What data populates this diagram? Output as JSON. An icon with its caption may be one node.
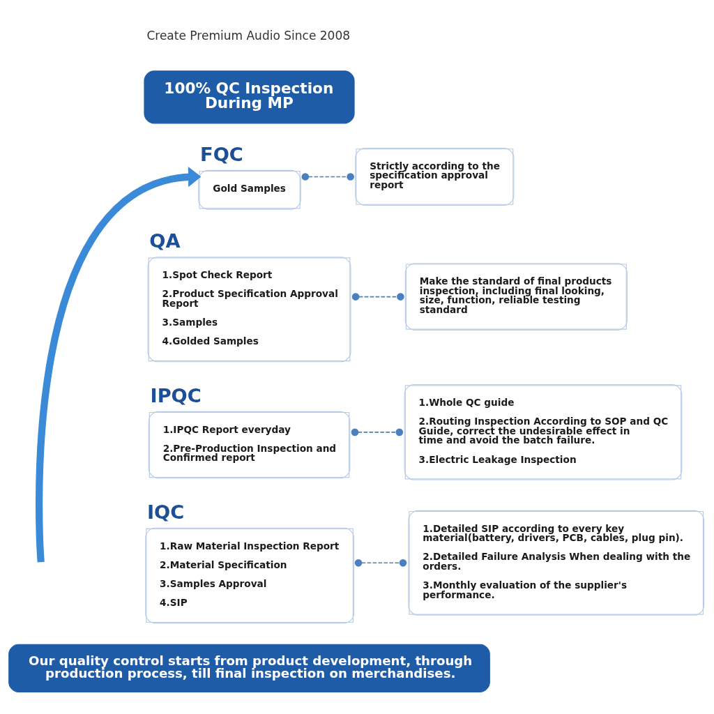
{
  "diagram": {
    "nodes": [
      {
        "text": [
          "100% QC Inspection During MP"
        ]
      },
      {
        "text": [
          "Gold Samples"
        ],
        "beside": [
          "FQC"
        ]
      },
      {
        "text": [
          "Strictly according to the specification approval report"
        ]
      },
      {
        "text": [
          "1.Spot Check Report",
          "2.Product Specification Approval Report",
          "3.Samples",
          "4.Golded Samples"
        ],
        "beside": [
          "QA"
        ]
      },
      {
        "text": [
          "Make the standard of final products inspection, including final looking, size, function, reliable testing standard"
        ]
      },
      {
        "text": [
          "1.IPQC Report everyday",
          "2.Pre-Production Inspection and Confirmed report"
        ],
        "beside": [
          "IPQC"
        ]
      },
      {
        "text": [
          "1.Whole QC guide",
          "2.Routing Inspection According to SOP and QC Guide, correct the undesirable effect in time and avoid the batch failure.",
          "3.Electric Leakage Inspection"
        ]
      },
      {
        "text": [
          "1.Raw Material Inspection Report",
          "2.Material Specification",
          "3.Samples Approval",
          "4.SIP"
        ],
        "beside": [
          "IQC"
        ]
      },
      {
        "text": [
          "1.Detailed SIP according to every key material(battery, drivers, PCB, cables, plug pin).",
          "2.Detailed Failure Analysis When dealing with the orders.",
          "3.Monthly evaluation of the supplier's performance."
        ]
      },
      {
        "text": [
          "Our quality control starts from product development, through production process, till final inspection on merchandises."
        ]
      }
    ],
    "edges": [
      {
        "from": 1,
        "to": 2,
        "arrow": "other",
        "style": "dashed"
      },
      {
        "from": 3,
        "to": 4,
        "arrow": "other",
        "style": "dashed"
      },
      {
        "from": 5,
        "to": 6,
        "arrow": "other",
        "style": "dashed"
      },
      {
        "from": 7,
        "to": 8,
        "arrow": "other",
        "style": "dashed"
      },
      {
        "from": null,
        "to": 1,
        "arrow": "to",
        "style": "thick",
        "color": "#3a8ad8"
      }
    ],
    "labels": [
      "Create Premium Audio Since 2008"
    ]
  }
}
